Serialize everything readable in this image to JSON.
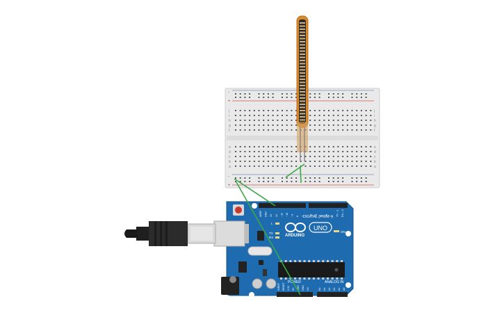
{
  "arduino": {
    "logo": "ARDUINO",
    "model": "UNO",
    "digital_header": "DIGITAL (PWM~)",
    "power_header": "POWER",
    "analog_header": "ANALOG IN",
    "label_tx": "TX",
    "label_rx": "RX",
    "label_l": "L",
    "label_on": "ON",
    "top_pins": [
      "AREF",
      "GND",
      "13",
      "12",
      "~11",
      "~10",
      "~9",
      "8",
      "7",
      "~6",
      "~5",
      "4",
      "~3",
      "2",
      "TX→1",
      "RX←0"
    ],
    "power_pins": [
      "IOREF",
      "RESET",
      "3.3V",
      "5V",
      "GND",
      "GND",
      "Vin"
    ],
    "analog_pins": [
      "A0",
      "A1",
      "A2",
      "A3",
      "A4",
      "A5"
    ]
  },
  "breadboard": {
    "row_letters_top": [
      "j",
      "i",
      "h",
      "g",
      "f"
    ],
    "row_letters_bottom": [
      "e",
      "d",
      "c",
      "b",
      "a"
    ],
    "rail_plus": "+",
    "rail_minus": "-"
  },
  "colors": {
    "arduino_blue": "#1f6bb0",
    "wire_green": "#3aa845",
    "flex_sensor": "#d98a2c",
    "usb_cable": "#2b2b2b"
  }
}
